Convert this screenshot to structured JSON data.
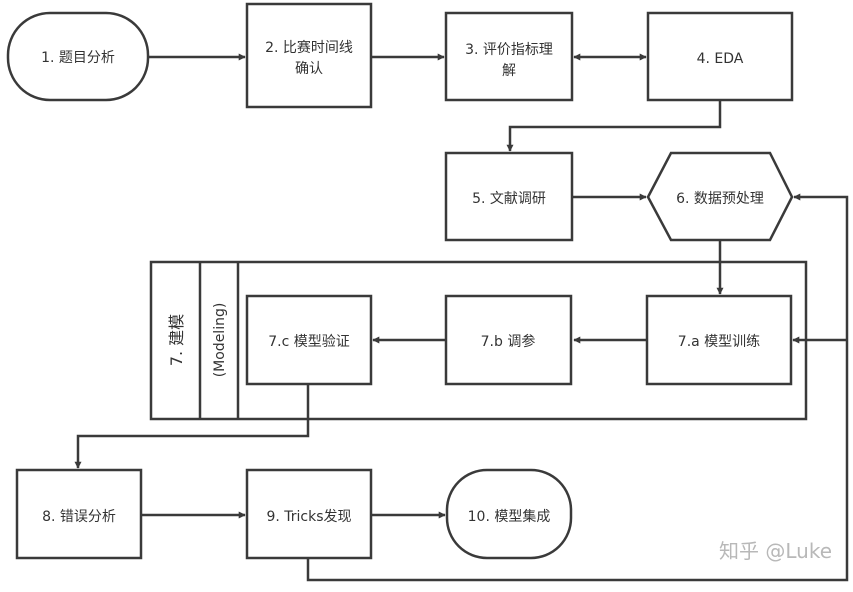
{
  "diagram": {
    "type": "flowchart",
    "colors": {
      "stroke": "#3a3a3a",
      "text": "#333333",
      "watermark": "#b8b8b8",
      "background": "#ffffff"
    },
    "nodes": [
      {
        "id": "n1",
        "shape": "terminator",
        "lines": [
          "1. 题目分析"
        ]
      },
      {
        "id": "n2",
        "shape": "process",
        "lines": [
          "2. 比赛时间线",
          "确认"
        ]
      },
      {
        "id": "n3",
        "shape": "process",
        "lines": [
          "3. 评价指标理",
          "解"
        ]
      },
      {
        "id": "n4",
        "shape": "process",
        "lines": [
          "4. EDA"
        ]
      },
      {
        "id": "n5",
        "shape": "process",
        "lines": [
          "5. 文献调研"
        ]
      },
      {
        "id": "n6",
        "shape": "preparation",
        "lines": [
          "6. 数据预处理"
        ]
      },
      {
        "id": "n7a",
        "shape": "process",
        "lines": [
          "7.a 模型训练"
        ]
      },
      {
        "id": "n7b",
        "shape": "process",
        "lines": [
          "7.b 调参"
        ]
      },
      {
        "id": "n7c",
        "shape": "process",
        "lines": [
          "7.c 模型验证"
        ]
      },
      {
        "id": "n8",
        "shape": "process",
        "lines": [
          "8. 错误分析"
        ]
      },
      {
        "id": "n9",
        "shape": "process",
        "lines": [
          "9. Tricks发现"
        ]
      },
      {
        "id": "n10",
        "shape": "terminator",
        "lines": [
          "10. 模型集成"
        ]
      }
    ],
    "group": {
      "id": "modeling",
      "title": "7. 建模",
      "subtitle": "(Modeling)",
      "members": [
        "n7a",
        "n7b",
        "n7c"
      ]
    },
    "edges": [
      {
        "from": "n1",
        "to": "n2"
      },
      {
        "from": "n2",
        "to": "n3"
      },
      {
        "from": "n3",
        "to": "n4",
        "bidirectional": true
      },
      {
        "from": "n4",
        "to": "n5"
      },
      {
        "from": "n5",
        "to": "n6"
      },
      {
        "from": "n6",
        "to": "n7a"
      },
      {
        "from": "n7a",
        "to": "n7b"
      },
      {
        "from": "n7b",
        "to": "n7c"
      },
      {
        "from": "n7c",
        "to": "n8"
      },
      {
        "from": "n8",
        "to": "n9"
      },
      {
        "from": "n9",
        "to": "n10"
      },
      {
        "from": "n9",
        "to": "n6",
        "feedback": true
      },
      {
        "from": "n9",
        "to": "n7a",
        "feedback": true
      }
    ],
    "watermark": "知乎 @Luke"
  }
}
